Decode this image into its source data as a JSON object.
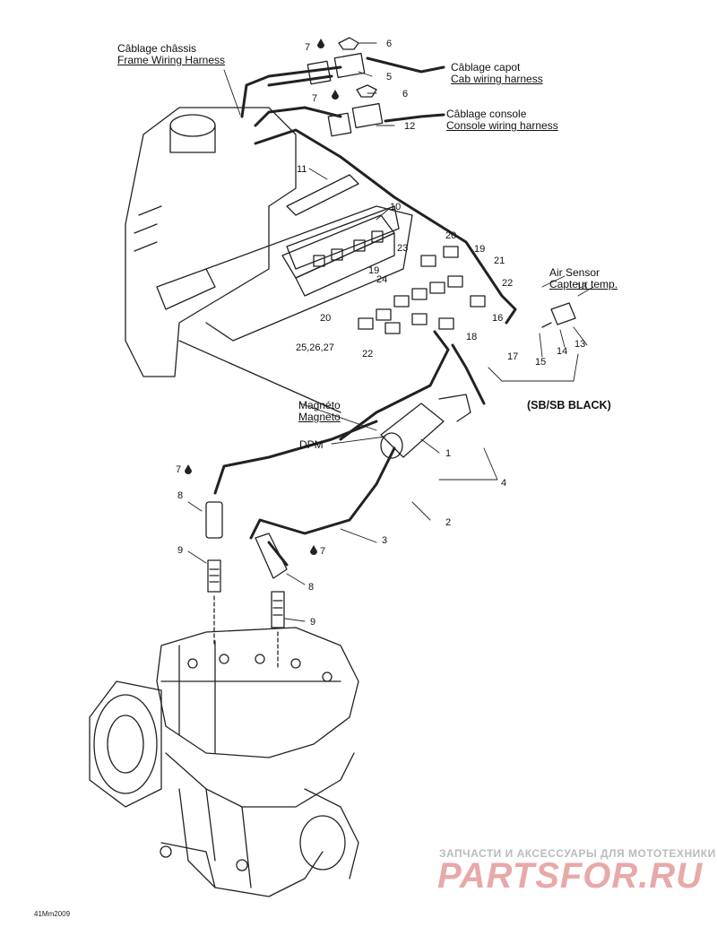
{
  "labels": {
    "frame_harness_fr": "Câblage châssis",
    "frame_harness_en": "Frame Wiring Harness",
    "cab_harness_fr": "Câblage capot",
    "cab_harness_en": "Cab wiring harness",
    "console_harness_fr": "Câblage console",
    "console_harness_en": "Console wiring harness",
    "air_sensor_en": "Air Sensor",
    "air_sensor_fr": "Capteur temp.",
    "sb_black": "(SB/SB BLACK)",
    "magneto_fr": "Magnéto",
    "magneto_en": "Magneto",
    "dpm": "DPM"
  },
  "callouts": {
    "c1": "1",
    "c2": "2",
    "c3": "3",
    "c4": "4",
    "c5": "5",
    "c6a": "6",
    "c6b": "6",
    "c7a": "7",
    "c7b": "7",
    "c7c": "7",
    "c7d": "7",
    "c8a": "8",
    "c8b": "8",
    "c9a": "9",
    "c9b": "9",
    "c10": "10",
    "c11": "11",
    "c12": "12",
    "c13": "13",
    "c14": "14",
    "c15": "15",
    "c16": "16",
    "c17": "17",
    "c18": "18",
    "c19a": "19",
    "c19b": "19",
    "c20a": "20",
    "c20b": "20",
    "c21": "21",
    "c22a": "22",
    "c22b": "22",
    "c23": "23",
    "c24": "24",
    "c25": "25,26,27"
  },
  "watermark": {
    "top": "ЗАПЧАСТИ И АКСЕССУАРЫ ДЛЯ МОТОТЕХНИКИ",
    "logo": "PARTSFOR.RU"
  },
  "drawing_code": "41Mm2009"
}
